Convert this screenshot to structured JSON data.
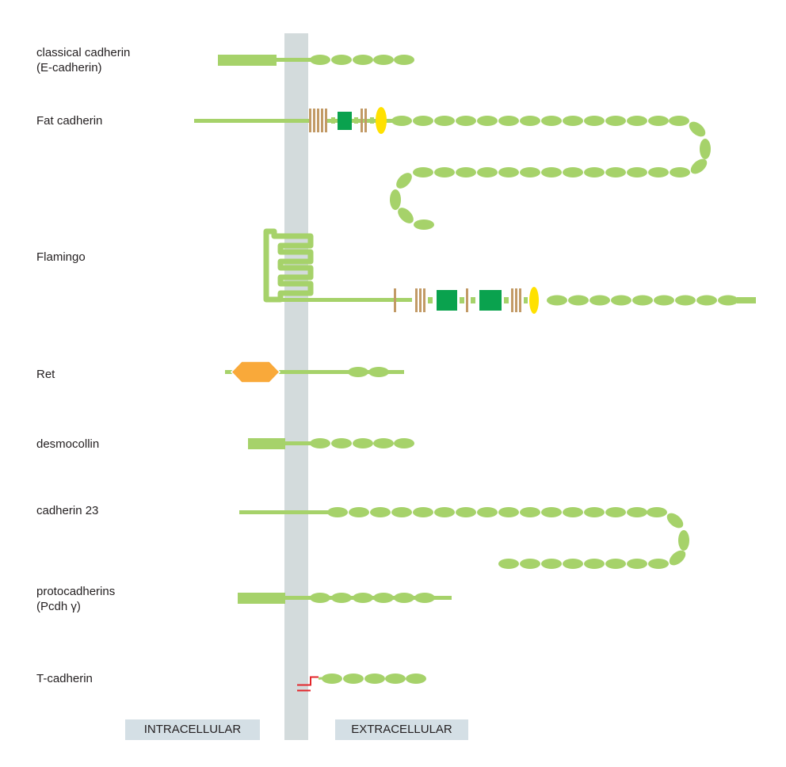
{
  "proteins": [
    {
      "name": "classical cadherin",
      "subname": "(E-cadherin)"
    },
    {
      "name": "Fat cadherin",
      "subname": ""
    },
    {
      "name": "Flamingo",
      "subname": ""
    },
    {
      "name": "Ret",
      "subname": ""
    },
    {
      "name": "desmocollin",
      "subname": ""
    },
    {
      "name": "cadherin 23",
      "subname": ""
    },
    {
      "name": "protocadherins",
      "subname": "(Pcdh γ)"
    },
    {
      "name": "T-cadherin",
      "subname": ""
    }
  ],
  "regions": {
    "intracellular": "INTRACELLULAR",
    "extracellular": "EXTRACELLULAR"
  },
  "colors": {
    "membrane": "#d3dbdc",
    "protein": "#a6d26a",
    "laminin_g": "#c29a66",
    "egf_green": "#0aa24e",
    "yellow": "#ffe100",
    "kinase": "#f9a93a",
    "gpi_anchor": "#e3262a",
    "region_bg": "#d4dfe5"
  }
}
